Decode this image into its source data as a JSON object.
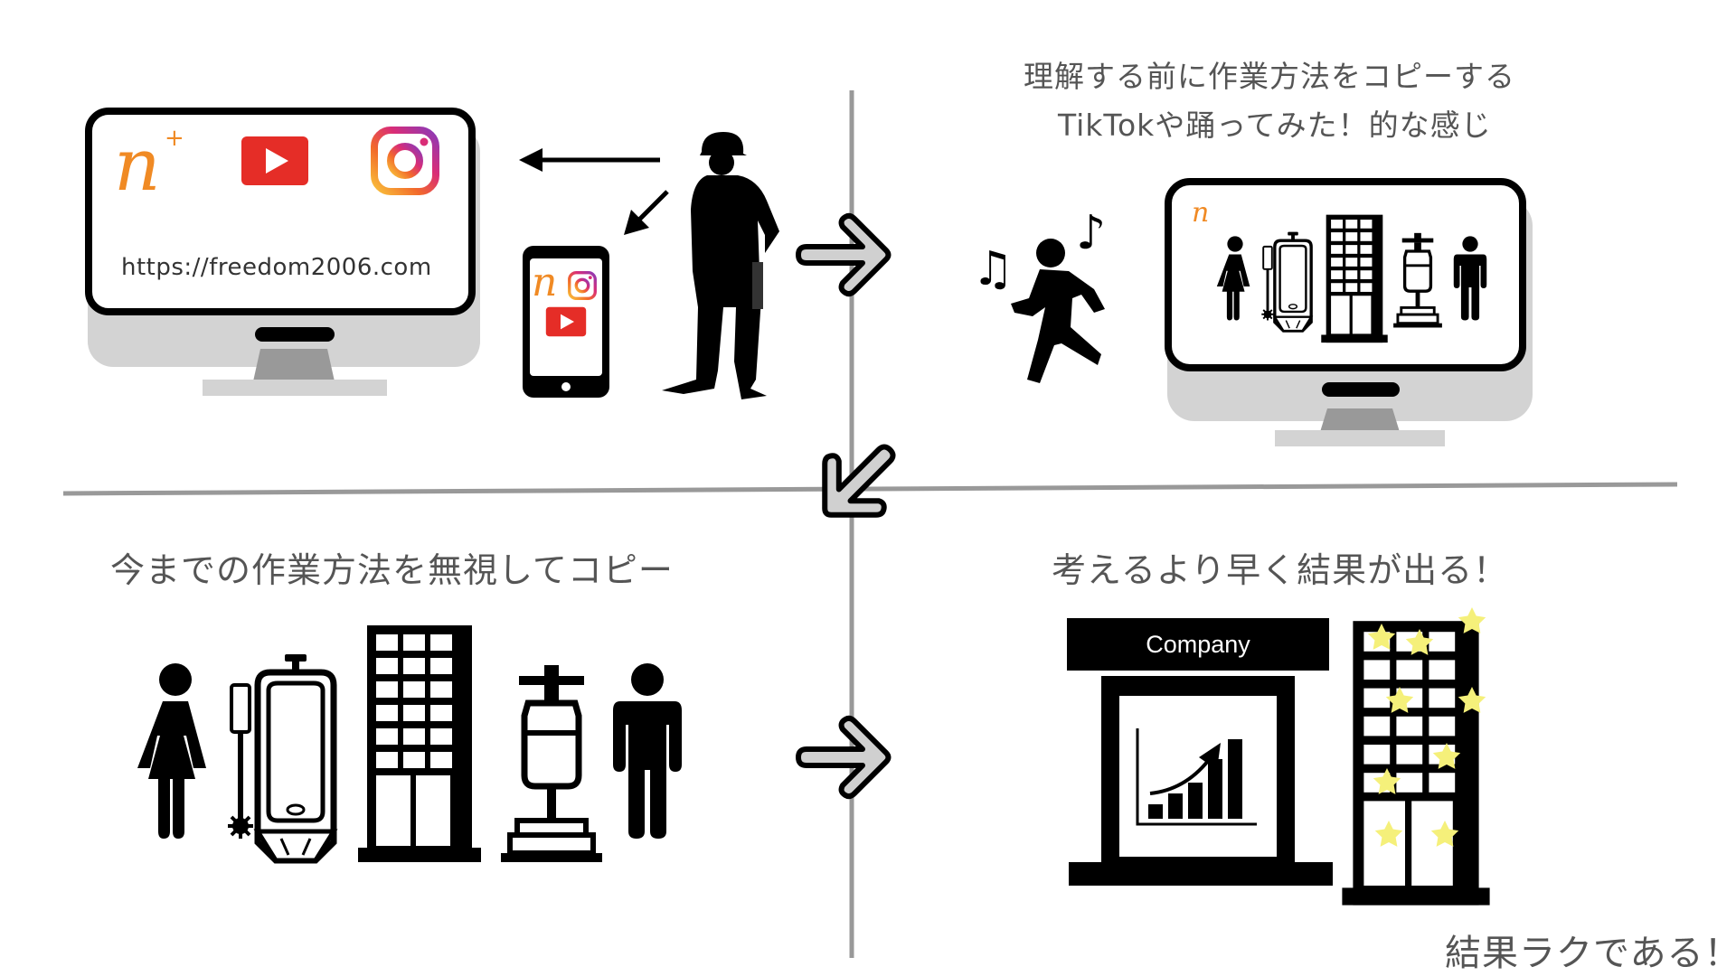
{
  "captions": {
    "top_right_line1": "理解する前に作業方法をコピーする",
    "top_right_line2": "TikTokや踊ってみた！的な感じ",
    "bottom_left": "今までの作業方法を無視してコピー",
    "bottom_right": "考えるより早く結果が出る！",
    "footer": "結果ラクである！"
  },
  "monitor": {
    "url": "https://freedom2006.com"
  },
  "storefront": {
    "sign": "Company"
  },
  "logos": {
    "n_plus": "n",
    "n_plus_superscript": "+"
  },
  "music_notes": {
    "left": "♫",
    "right": "♪"
  },
  "colors": {
    "youtube_red": "#e52d27",
    "brand_orange": "#f08a24",
    "star_yellow": "#f5f07a",
    "divider_gray": "#999999",
    "arrow_gray": "#cccccc",
    "monitor_stand_gray": "#d3d3d3"
  },
  "icons": [
    "youtube-icon",
    "instagram-icon",
    "smartphone-icon",
    "worker-silhouette-icon",
    "dancer-icon",
    "woman-icon",
    "man-icon",
    "urinal-icon",
    "mop-icon",
    "building-icon",
    "floor-polisher-icon",
    "growth-chart-icon",
    "star-icon"
  ]
}
